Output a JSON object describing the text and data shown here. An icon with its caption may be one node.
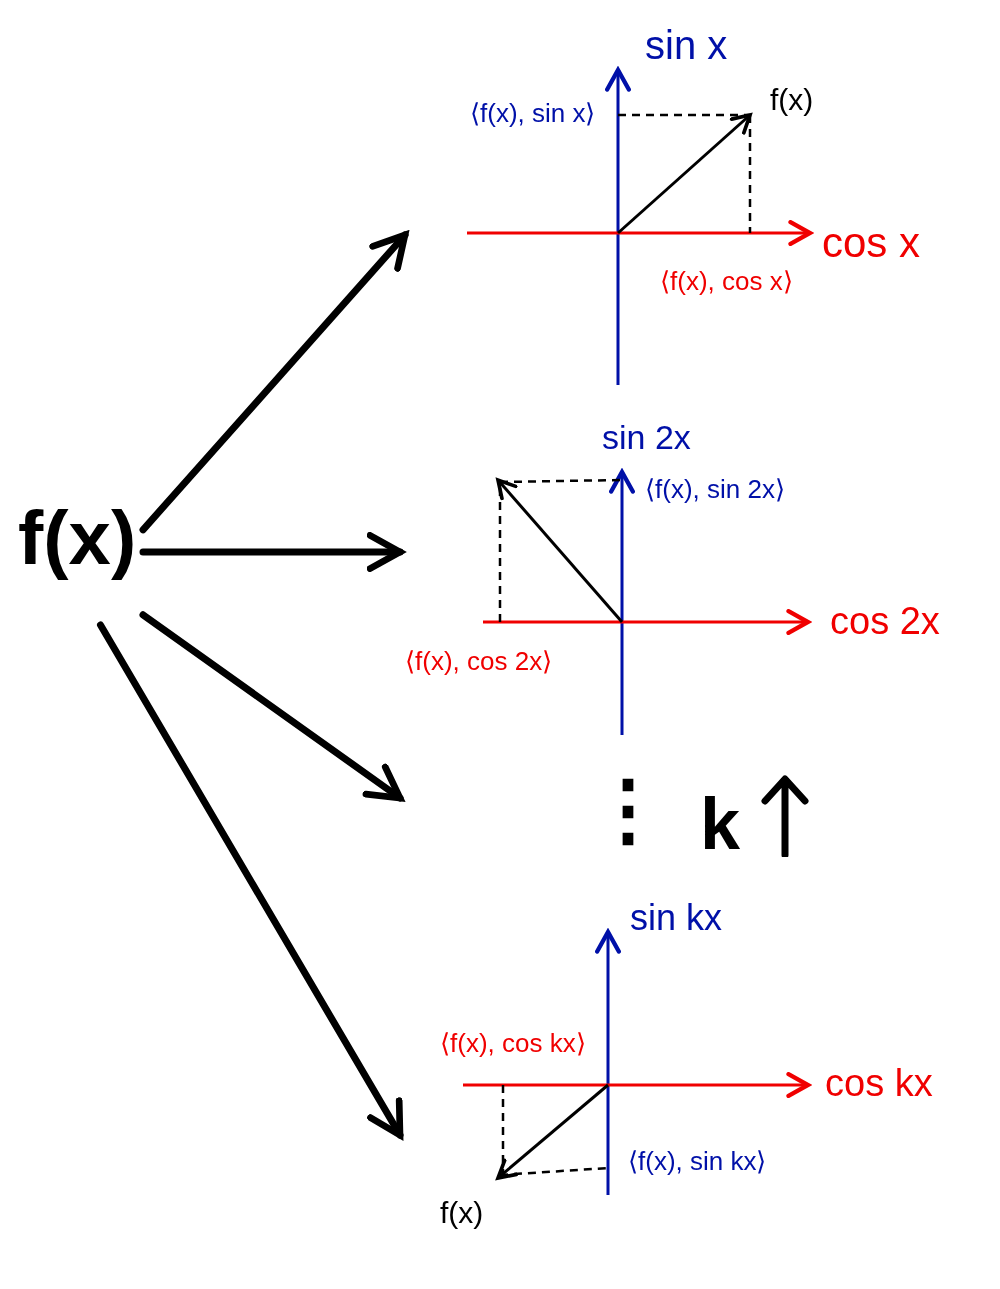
{
  "diagram": {
    "nodes": [
      {
        "text": [
          "f(x)"
        ]
      },
      {
        "text": [
          "sin x",
          "⟨f(x), sin x⟩",
          "f(x)",
          "cos x",
          "⟨f(x), cos x⟩"
        ]
      },
      {
        "text": [
          "sin 2x",
          "⟨f(x), sin 2x⟩",
          "cos 2x",
          "⟨f(x), cos 2x⟩"
        ]
      },
      {
        "text": [
          "sin kx",
          "⟨f(x), cos kx⟩",
          "cos kx",
          "⟨f(x), sin kx⟩",
          "f(x)"
        ]
      }
    ],
    "edges": [
      {
        "from": 0,
        "to": 1,
        "arrow": "to"
      },
      {
        "from": 0,
        "to": 2,
        "arrow": "to"
      },
      {
        "from": 0,
        "to": null,
        "arrow": "to"
      },
      {
        "from": 0,
        "to": 3,
        "arrow": "to"
      }
    ],
    "labels": [
      "⋮",
      "k"
    ]
  }
}
